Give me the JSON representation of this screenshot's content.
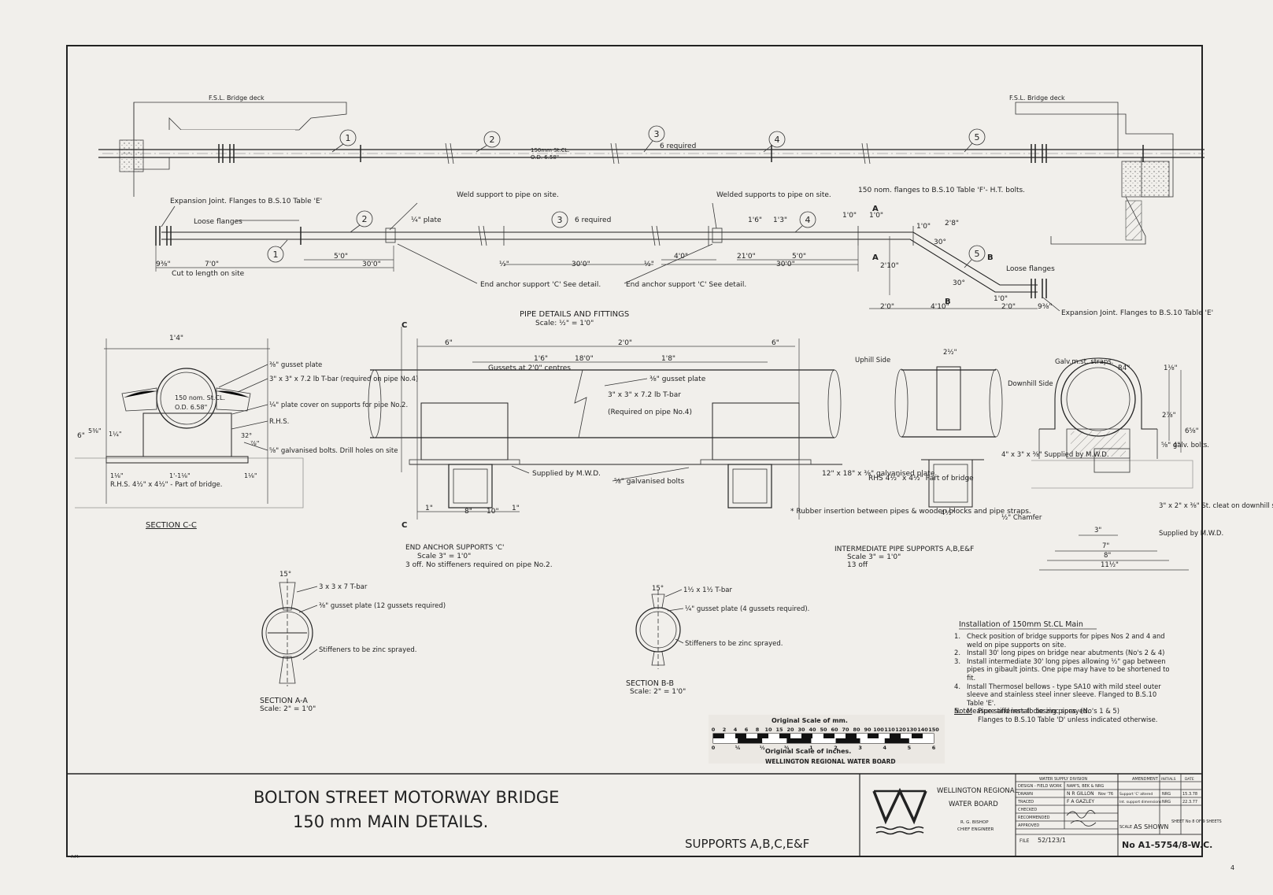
{
  "title_block": {
    "title_line1": "BOLTON STREET MOTORWAY BRIDGE",
    "title_line2": "150 mm MAIN DETAILS.",
    "subtitle": "SUPPORTS A,B,C,E&F",
    "org_line1": "WELLINGTON REGIONAL",
    "org_line2": "WATER BOARD",
    "engineer_name": "R. G. BISHOP",
    "engineer_title": "CHIEF ENGINEER",
    "division": "WATER SUPPLY DIVISION",
    "amendment_header": "AMENDMENT",
    "initials_header": "INITIALS",
    "date_header": "DATE",
    "rows": [
      {
        "label": "DESIGN - FIELD WORK",
        "value": "NAM'S, BEK & NRG"
      },
      {
        "label": "DRAWN",
        "value": "N R GILLON",
        "date": "Nov '76"
      },
      {
        "label": "TRACED",
        "value": "F A GAZLEY"
      },
      {
        "label": "CHECKED",
        "value": ""
      },
      {
        "label": "RECOMMENDED",
        "value": ""
      },
      {
        "label": "APPROVED",
        "value": ""
      }
    ],
    "amendments": [
      {
        "text": "Support 'C' altered",
        "initials": "NRG",
        "date": "15.3.78"
      },
      {
        "text": "Int. support dimensions",
        "initials": "NRG",
        "date": "22.3.77"
      }
    ],
    "file_label": "FILE",
    "file_no": "52/123/1",
    "scale_label": "SCALE",
    "scale_value": "AS SHOWN",
    "sheet_text": "SHEET No 8 OF 9 SHEETS",
    "drawing_no": "No A1-5754/8-W.C.",
    "initials_mark": "A.M."
  },
  "scale_bar": {
    "mm_title": "Original Scale of mm.",
    "inch_title": "Original Scale of inches.",
    "mm_ticks": [
      "0",
      "2",
      "4",
      "6",
      "8",
      "10",
      "15",
      "20",
      "30",
      "40",
      "50",
      "60",
      "70",
      "80",
      "90",
      "100",
      "110",
      "120",
      "130",
      "140",
      "150"
    ],
    "inch_ticks": [
      "0",
      "¼",
      "½",
      "¾",
      "1",
      "2",
      "3",
      "4",
      "5",
      "6"
    ],
    "board": "WELLINGTON REGIONAL WATER BOARD"
  },
  "pipe_details": {
    "title": "PIPE DETAILS AND FITTINGS",
    "scale": "Scale: ½\" = 1'0\"",
    "deck_label_left": "F.S.L. Bridge deck",
    "deck_label_right": "F.S.L. Bridge deck",
    "pipe_note": "150mm St.CL.",
    "pipe_od": "O.D. 6.58\"",
    "six_required_top": "6 required",
    "balloons": [
      "1",
      "2",
      "3",
      "4",
      "5"
    ],
    "exp_joint_left": "Expansion Joint. Flanges to B.S.10 Table 'E'",
    "loose_flanges_left": "Loose flanges",
    "weld_support": "Weld support to pipe on site.",
    "plate": "¼\" plate",
    "six_required": "6 required",
    "welded_supports": "Welded supports to pipe on site.",
    "flanges_to": "150 nom. flanges to B.S.10 Table 'F'- H.T. bolts.",
    "loose_flanges_right": "Loose flanges",
    "exp_joint_right": "Expansion Joint. Flanges to B.S.10 Table 'E'",
    "cut_to_length": "Cut to length on site",
    "end_anchor_1": "End anchor support 'C' See detail.",
    "end_anchor_2": "End anchor support 'C' See detail.",
    "dims": [
      "9⅜\"",
      "7'0\"",
      "5'0\"",
      "30'0\"",
      "½\"",
      "30'0\"",
      "½\"",
      "4'0\"",
      "21'0\"",
      "30'0\"",
      "5'0\"",
      "1'6\"",
      "1'3\"",
      "1'0\"",
      "1'0\"",
      "2'8\"",
      "2'10\"",
      "2'0\"",
      "4'10\"",
      "1'0\"",
      "2'0\"",
      "9⅜\"",
      "30°",
      "30°",
      "1'0\""
    ],
    "section_marks": [
      "A",
      "A",
      "B",
      "B",
      "C",
      "C"
    ]
  },
  "section_cc": {
    "title": "SECTION C-C",
    "notes": [
      "⅜\" gusset plate",
      "3\" x 3\" x 7.2 lb T-bar (required on pipe No.4)",
      "¼\" plate cover on supports for pipe No.2.",
      "R.H.S.",
      "⅝\" galvanised bolts. Drill holes on site",
      "R.H.S. 4½\" x 4½\" - Part of bridge."
    ],
    "pipe_label_1": "150 nom. St.CL.",
    "pipe_label_2": "O.D. 6.58\"",
    "dims": [
      "1'4\"",
      "6\"",
      "5⅜\"",
      "1¼\"",
      "32°",
      "1⅛\"",
      "1'-1⅛\"",
      "1⅛\"",
      "⅞\""
    ]
  },
  "end_anchor": {
    "title": "END ANCHOR SUPPORTS 'C'",
    "scale": "Scale 3\" = 1'0\"",
    "note": "3 off. No stiffeners required on pipe No.2.",
    "dims": [
      "6\"",
      "2'0\"",
      "6\"",
      "1'6\"",
      "18'0\"",
      "1'8\"",
      "1\"",
      "8\"",
      "10\"",
      "1\""
    ],
    "gussets": "Gussets at 2'0\" centres",
    "gusset_plate": "⅜\" gusset plate",
    "tbar": "3\" x 3\" x 7.2 lb T-bar",
    "tbar_req": "(Required on pipe No.4)",
    "supplied": "Supplied by M.W.D.",
    "bolts": "⅝\" galvanised bolts",
    "plate": "12\" x 18\" x ⅜\" galvanised plate.",
    "rhs": "RHS 4½\" x 4½\" Part of bridge",
    "rubber": "* Rubber insertion between pipes & wooden blocks and pipe straps."
  },
  "intermediate": {
    "title": "INTERMEDIATE PIPE SUPPORTS A,B,E&F",
    "scale": "Scale 3\" = 1'0\"",
    "count": "13 off",
    "uphill": "Uphill Side",
    "downhill": "Downhill Side",
    "straps": "Galv.m.st. straps.",
    "angle": "4\" x 3\" x ⅜\" Supplied by M.W.D.",
    "bolts": "⅝\" galv. bolts.",
    "chamfer": "½\" Chamfer",
    "cleat": "3\" x 2\" x ⅜\" St. cleat on downhill side only.",
    "supplied": "Supplied by M.W.D.",
    "dims": [
      "2½\"",
      "4½\"",
      "R4\"",
      "1⅛\"",
      "2⅞\"",
      "4\"",
      "6⅝\"",
      "3\"",
      "7\"",
      "8\"",
      "11½\""
    ]
  },
  "section_aa": {
    "title": "SECTION A-A",
    "scale": "Scale: 2\" = 1'0\"",
    "angle": "15°",
    "tbar": "3 x 3 x 7 T-bar",
    "gusset": "⅜\" gusset plate (12 gussets required)",
    "stiffeners": "Stiffeners to be zinc sprayed."
  },
  "section_bb": {
    "title": "SECTION B-B",
    "scale": "Scale: 2\" = 1'0\"",
    "angle": "15°",
    "tbar": "1½ x 1½ T-bar",
    "gusset": "¼\" gusset plate (4 gussets required).",
    "stiffeners": "Stiffeners to be zinc sprayed."
  },
  "installation": {
    "title": "Installation of 150mm St.CL Main",
    "steps": [
      {
        "n": "1.",
        "text": "Check position of bridge supports for pipes Nos 2 and 4 and weld on pipe supports on site."
      },
      {
        "n": "2.",
        "text": "Install 30' long pipes on bridge near abutments (No's 2 & 4)"
      },
      {
        "n": "3.",
        "text": "Install intermediate 30' long pipes allowing ½\" gap between pipes in gibault joints. One pipe may have to be shortened to fit."
      },
      {
        "n": "4.",
        "text": "Install Thermosel bellows - type SA10 with mild steel outer sleeve and stainless steel inner sleeve. Flanged to B.S.10 Table 'E'."
      },
      {
        "n": "5.",
        "text": "Measure and install closing pipes. (No's 1 & 5)"
      }
    ],
    "note_label": "Note:",
    "note_lines": [
      "Pipe stiffeners to be zinc sprayed.",
      "Flanges to B.S.10 Table 'D' unless indicated otherwise."
    ]
  },
  "corner_mark": "4"
}
